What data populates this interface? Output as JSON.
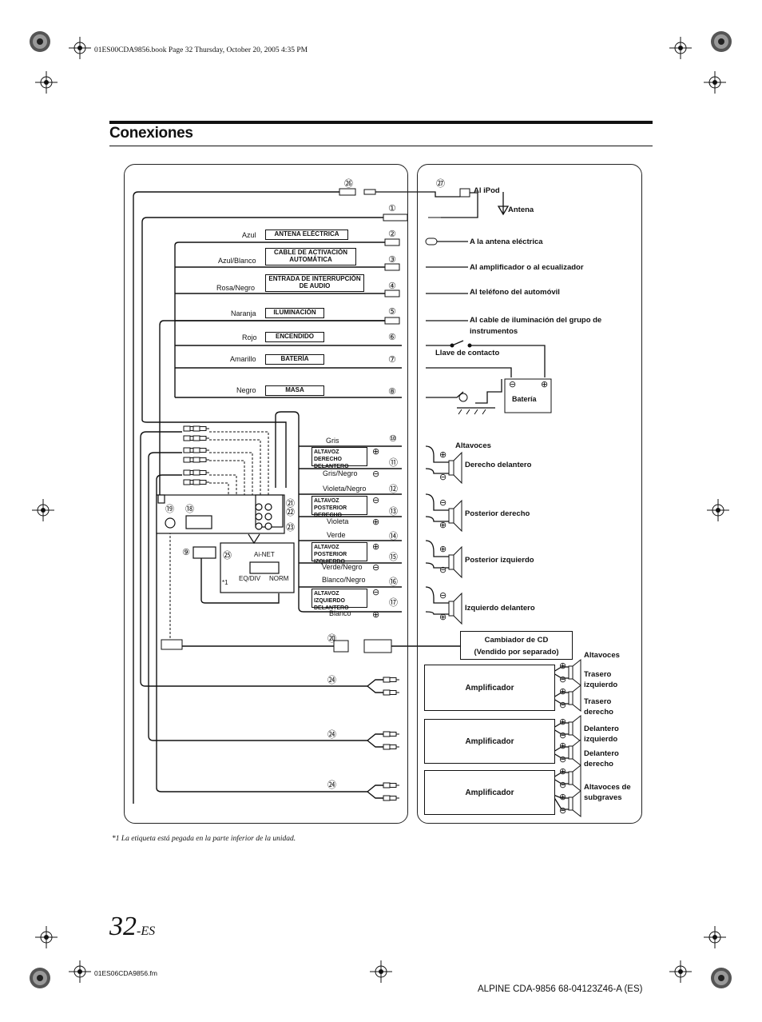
{
  "header": {
    "book_line": "01ES00CDA9856.book  Page 32  Thursday, October 20, 2005  4:35 PM",
    "title": "Conexiones"
  },
  "numbers": {
    "n26": "㉖",
    "n27": "㉗",
    "n1": "①",
    "n2": "②",
    "n3": "③",
    "n4": "④",
    "n5": "⑤",
    "n6": "⑥",
    "n7": "⑦",
    "n8": "⑧",
    "n9": "⑨",
    "n10": "⑩",
    "n11": "⑪",
    "n12": "⑫",
    "n13": "⑬",
    "n14": "⑭",
    "n15": "⑮",
    "n16": "⑯",
    "n17": "⑰",
    "n18": "⑱",
    "n19": "⑲",
    "n20": "⑳",
    "n21": "㉑",
    "n22": "㉒",
    "n23": "㉓",
    "n24a": "㉔",
    "n24b": "㉔",
    "n24c": "㉔",
    "n25": "㉕"
  },
  "wires": {
    "azul": "Azul",
    "azul_blanco": "Azul/Blanco",
    "rosa_negro": "Rosa/Negro",
    "naranja": "Naranja",
    "rojo": "Rojo",
    "amarillo": "Amarillo",
    "negro": "Negro"
  },
  "boxes": {
    "antena": "ANTENA ELÉCTRICA",
    "cable_act": "CABLE DE ACTIVACIÓN AUTOMÁTICA",
    "entrada": "ENTRADA DE INTERRUPCIÓN DE AUDIO",
    "ilum": "ILUMINACIÓN",
    "encendido": "ENCENDIDO",
    "bateria": "BATERÍA",
    "masa": "MASA"
  },
  "speaker_wires": {
    "gris": "Gris",
    "gris_negro": "Gris/Negro",
    "violeta_negro": "Violeta/Negro",
    "violeta": "Violeta",
    "verde": "Verde",
    "verde_negro": "Verde/Negro",
    "blanco_negro": "Blanco/Negro",
    "blanco": "Blanco"
  },
  "speaker_boxes": {
    "ald": "ALTAVOZ DERECHO DELANTERO",
    "apd": "ALTAVOZ POSTERIOR DERECHO",
    "api": "ALTAVOZ POSTERIOR IZQUIERDO",
    "aid": "ALTAVOZ IZQUIERDO DELANTERO"
  },
  "unit": {
    "ainet": "Ai-NET",
    "eqdiv": "EQ/DIV",
    "norm": "NORM",
    "note": "*1"
  },
  "right": {
    "ipod": "Al iPod",
    "antena": "Antena",
    "antena_elec": "A la antena eléctrica",
    "amplificador_eq": "Al amplificador o al ecualizador",
    "telefono": "Al teléfono del automóvil",
    "cable_ilum": "Al cable de iluminación del grupo de instrumentos",
    "llave": "Llave de contacto",
    "bateria": "Batería",
    "altavoces": "Altavoces",
    "der_del": "Derecho delantero",
    "post_der": "Posterior derecho",
    "post_izq": "Posterior izquierdo",
    "izq_del": "Izquierdo delantero",
    "cambiador": "Cambiador de CD",
    "vendido": "(Vendido por separado)",
    "altavoces2": "Altavoces",
    "amp1": "Amplificador",
    "amp2": "Amplificador",
    "amp3": "Amplificador",
    "trasero_izq": "Trasero izquierdo",
    "trasero_der": "Trasero derecho",
    "delantero_izq": "Delantero izquierdo",
    "delantero_der": "Delantero derecho",
    "subgraves": "Altavoces de subgraves"
  },
  "footer": {
    "footnote_mark": "*1",
    "footnote": "La etiqueta está pegada en la parte inferior de la unidad.",
    "page": "32",
    "page_suffix": "-ES",
    "fm": "01ES06CDA9856.fm",
    "model": "ALPINE CDA-9856 68-04123Z46-A (ES)"
  }
}
